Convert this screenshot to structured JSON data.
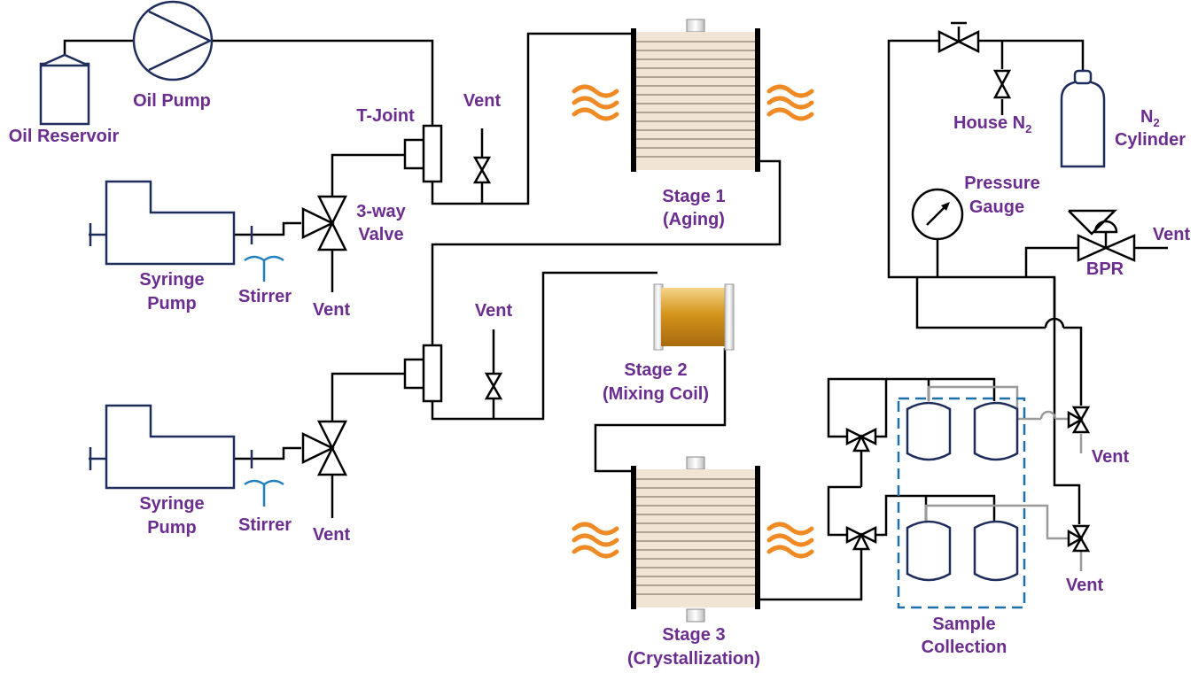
{
  "labels": {
    "oil_reservoir": "Oil Reservoir",
    "oil_pump": "Oil Pump",
    "t_joint": "T-Joint",
    "vent_top": "Vent",
    "three_way_valve_1": "3-way",
    "three_way_valve_2": "Valve",
    "syringe_pump_top_1": "Syringe",
    "syringe_pump_top_2": "Pump",
    "stirrer_top": "Stirrer",
    "vent_valve_top": "Vent",
    "syringe_pump_bottom_1": "Syringe",
    "syringe_pump_bottom_2": "Pump",
    "stirrer_bottom": "Stirrer",
    "vent_valve_bottom": "Vent",
    "vent_middle": "Vent",
    "stage1_1": "Stage 1",
    "stage1_2": "(Aging)",
    "stage2_1": "Stage 2",
    "stage2_2": "(Mixing Coil)",
    "stage3_1": "Stage 3",
    "stage3_2": "(Crystallization)",
    "house_n2": "House N",
    "house_n2_sub": "2",
    "n2_cylinder_1": "N",
    "n2_cylinder_1_sub": "2",
    "n2_cylinder_2": "Cylinder",
    "pressure_gauge_1": "Pressure",
    "pressure_gauge_2": "Gauge",
    "vent_bpr": "Vent",
    "bpr": "BPR",
    "vent_right_1": "Vent",
    "vent_right_2": "Vent",
    "sample_collection_1": "Sample",
    "sample_collection_2": "Collection"
  },
  "colors": {
    "label": "#6b2d8f",
    "pipe": "#000000",
    "gray_line": "#9a9a9a",
    "equipment_outline": "#1f2d5c",
    "stirrer": "#1f7fbf",
    "heater_flame": "#f08a24",
    "mixing_coil": "#d4941c",
    "sample_box": "#1f6fa8"
  }
}
